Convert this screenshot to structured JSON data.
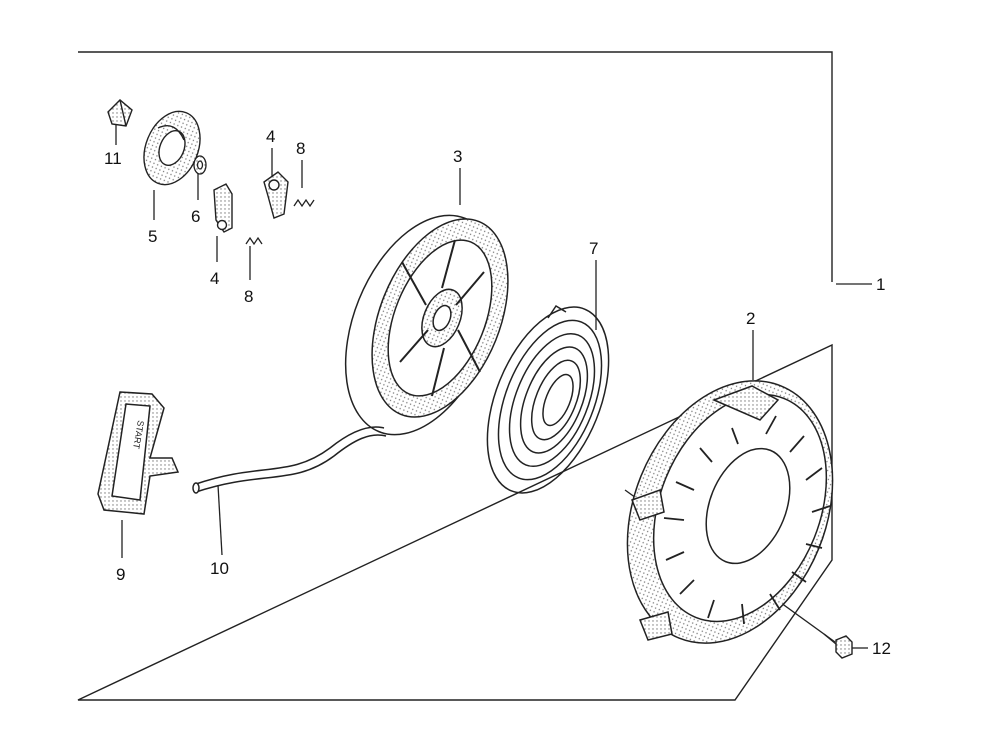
{
  "diagram": {
    "callouts": {
      "c1": "1",
      "c2": "2",
      "c3": "3",
      "c4a": "4",
      "c4b": "4",
      "c5": "5",
      "c6": "6",
      "c7": "7",
      "c8a": "8",
      "c8b": "8",
      "c9": "9",
      "c10": "10",
      "c11": "11",
      "c12": "12"
    },
    "handle_text": "START"
  }
}
